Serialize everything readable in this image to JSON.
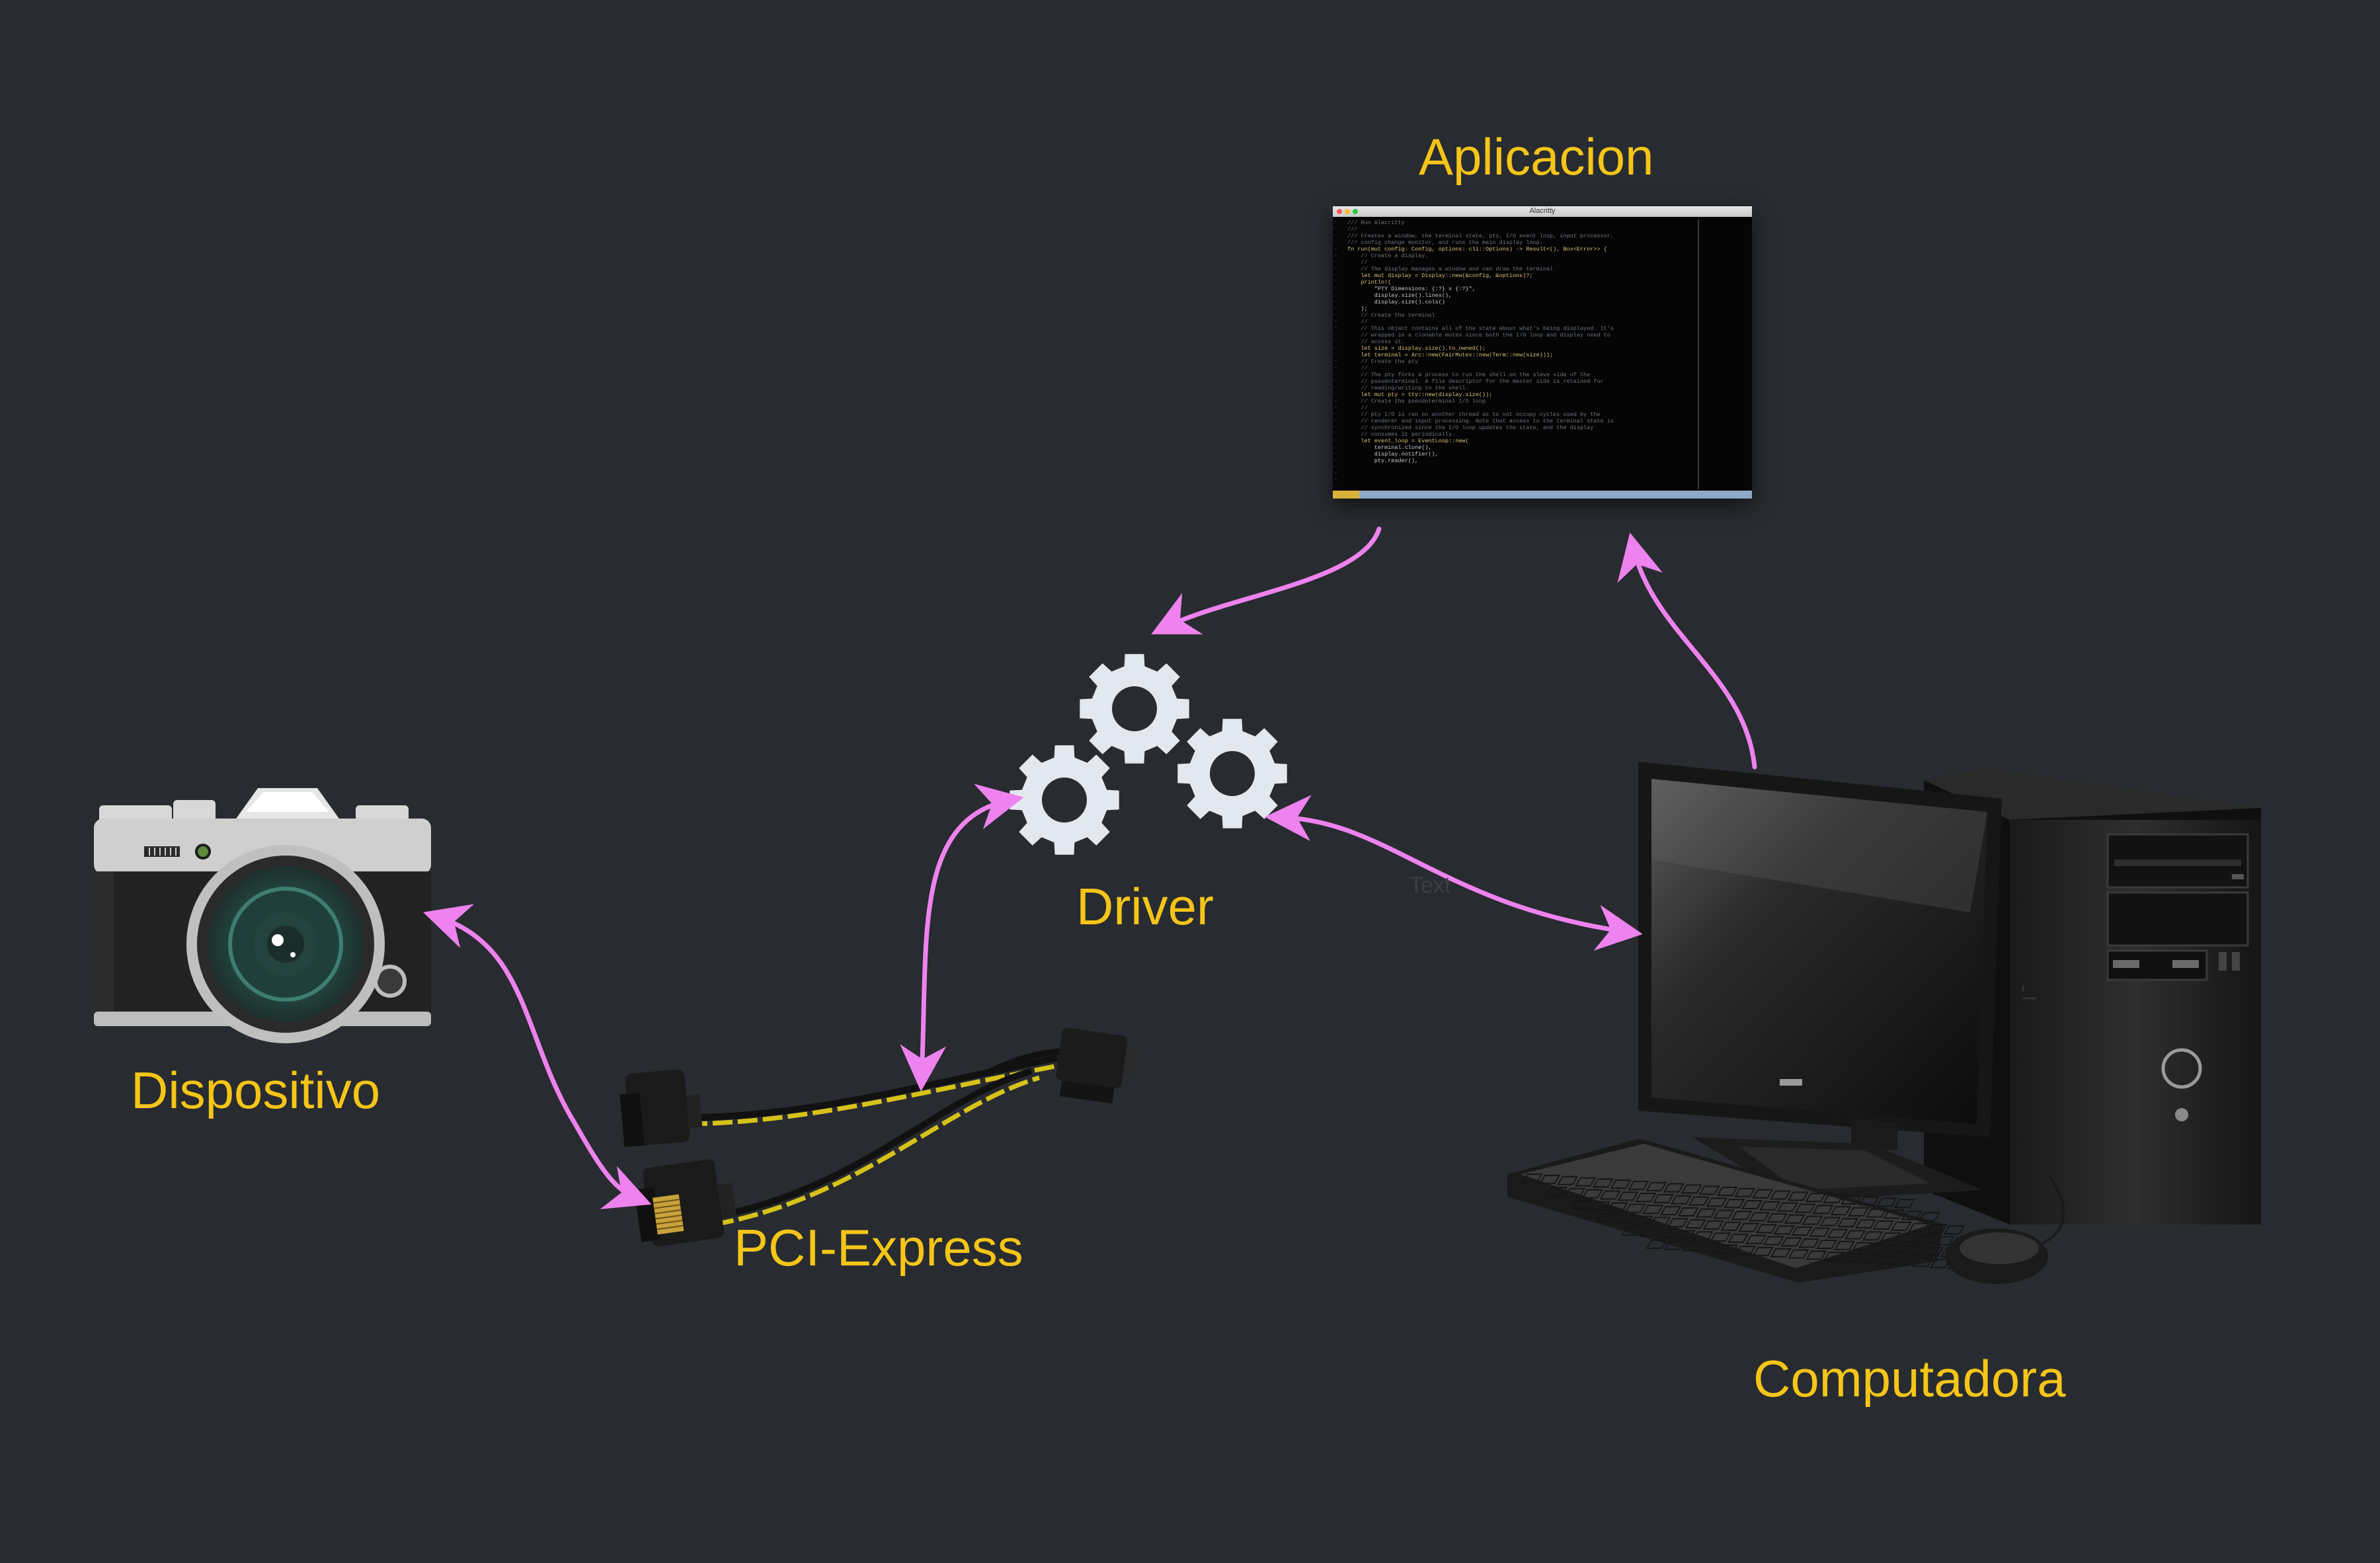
{
  "labels": {
    "application": "Aplicacion",
    "driver": "Driver",
    "device": "Dispositivo",
    "bus": "PCI-Express",
    "computer": "Computadora",
    "connector_text": "Text"
  },
  "terminal": {
    "window_title": "Alacritty",
    "lines": [
      "/// Run Alacritty",
      "///",
      "/// Creates a window, the terminal state, pty, I/O event loop, input processor,",
      "/// config change monitor, and runs the main display loop.",
      "fn run(mut config: Config, options: cli::Options) -> Result<(), Box<Error>> {",
      "    // Create a display.",
      "    //",
      "    // The display manages a window and can draw the terminal",
      "    let mut display = Display::new(&config, &options)?;",
      "",
      "    println!(",
      "        \"PTY Dimensions: {:?} x {:?}\",",
      "        display.size().lines(),",
      "        display.size().cols()",
      "    );",
      "",
      "    // Create the terminal",
      "    //",
      "    // This object contains all of the state about what's being displayed. It's",
      "    // wrapped in a clonable mutex since both the I/O loop and display need to",
      "    // access it.",
      "    let size = display.size().to_owned();",
      "    let terminal = Arc::new(FairMutex::new(Term::new(size)));",
      "",
      "    // Create the pty",
      "    //",
      "    // The pty forks a process to run the shell on the slave side of the",
      "    // pseudoterminal. A file descriptor for the master side is retained for",
      "    // reading/writing to the shell.",
      "    let mut pty = tty::new(display.size());",
      "",
      "    // Create the pseudoterminal I/O loop",
      "    //",
      "    // pty I/O is ran on another thread as to not occupy cycles used by the",
      "    // renderer and input processing. Note that access to the terminal state is",
      "    // synchronized since the I/O loop updates the state, and the display",
      "    // consumes it periodically.",
      "    let event_loop = EventLoop::new(",
      "        terminal.clone(),",
      "        display.notifier(),",
      "        pty.reader(),"
    ]
  },
  "colors": {
    "background": "#282b30",
    "label": "#f5c518",
    "arrow": "#ee82ee",
    "gear": "#e3e7ef"
  },
  "icons": {
    "device": "camera-icon",
    "driver": "gears-icon",
    "bus": "pci-power-cable-icon",
    "computer": "desktop-computer-icon",
    "application": "terminal-window-icon"
  }
}
